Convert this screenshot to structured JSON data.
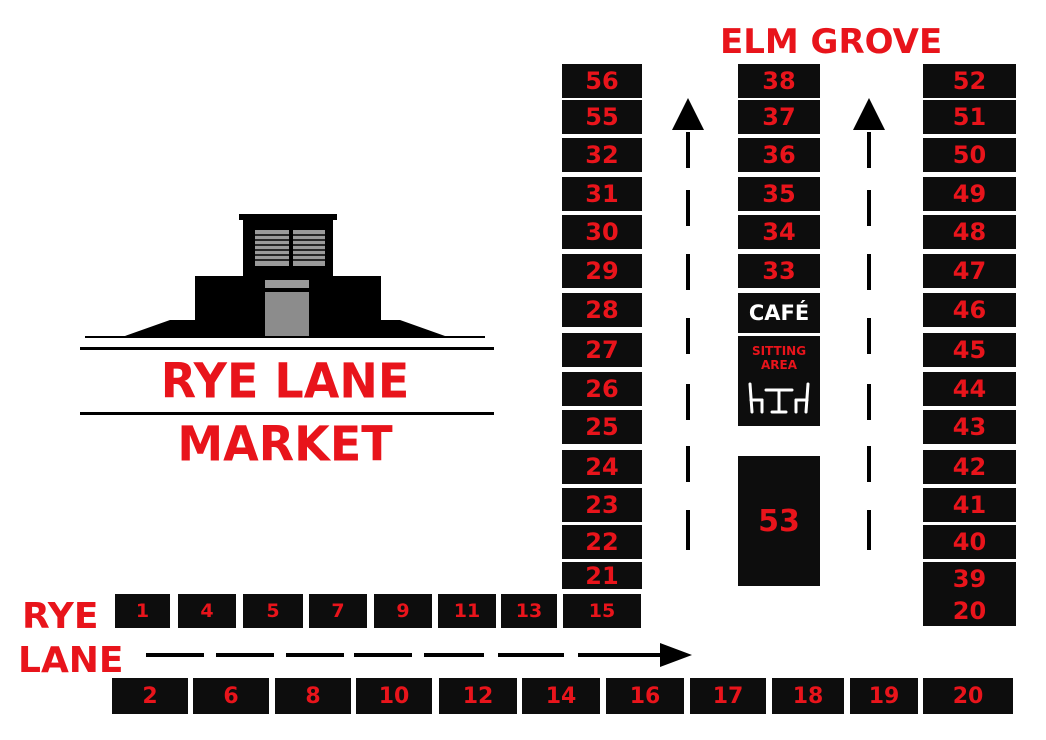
{
  "street_top": "ELM GROVE",
  "street_left_line1": "RYE",
  "street_left_line2": "LANE",
  "logo": {
    "title": "RYE LANE MARKET",
    "icon": "market-building-icon"
  },
  "cafe": "CAFÉ",
  "sitting_area": {
    "line1": "SITTING",
    "line2": "AREA",
    "icon": "table-chairs-icon"
  },
  "stall_53": "53",
  "left_column": [
    "56",
    "55",
    "32",
    "31",
    "30",
    "29",
    "28",
    "27",
    "26",
    "25",
    "24",
    "23",
    "22",
    "21"
  ],
  "mid_column": [
    "38",
    "37",
    "36",
    "35",
    "34",
    "33"
  ],
  "right_column": [
    "52",
    "51",
    "50",
    "49",
    "48",
    "47",
    "46",
    "45",
    "44",
    "43",
    "42",
    "41",
    "40",
    "39",
    "20"
  ],
  "top_row": [
    "1",
    "4",
    "5",
    "7",
    "9",
    "11",
    "13",
    "15"
  ],
  "bottom_row": [
    "2",
    "6",
    "8",
    "10",
    "12",
    "14",
    "16",
    "17",
    "18",
    "19",
    "20"
  ],
  "colors": {
    "stall_bg": "#0d0d0d",
    "stall_text": "#e8141b",
    "street_text": "#e8141b"
  }
}
